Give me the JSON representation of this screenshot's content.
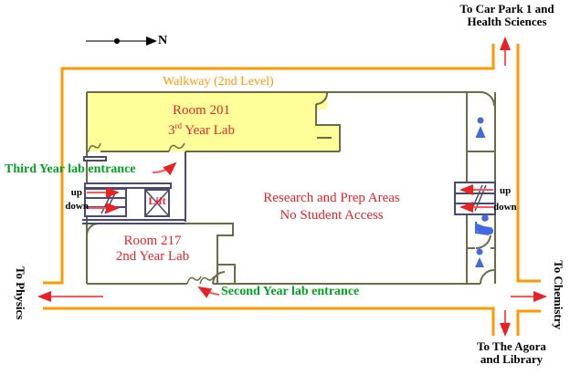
{
  "title": "Chemistry building floor plan",
  "colors": {
    "corridor_orange": "#ff9900",
    "room_yellow": "#ffff99",
    "wall_olive": "#6b6b47",
    "wall_navy": "#4a4a6e",
    "label_red": "#e8222a",
    "label_green": "#00a221",
    "icon_blue": "#4169e1",
    "arrow_red": "#f04040"
  },
  "north": {
    "label": "N"
  },
  "walkway": {
    "label": "Walkway (2nd Level)"
  },
  "rooms": {
    "room201": {
      "line1": "Room 201",
      "line2_num": "3",
      "line2_sup": "rd",
      "line2_rest": " Year Lab"
    },
    "room217": {
      "line1": "Room 217",
      "line2": "2nd Year Lab"
    },
    "research": {
      "line1": "Research and Prep Areas",
      "line2": "No Student Access"
    }
  },
  "entrances": {
    "third": "Third Year lab entrance",
    "second": "Second Year lab entrance"
  },
  "directions": {
    "car_park": {
      "line1": "To Car Park 1 and",
      "line2": "Health Sciences"
    },
    "physics": "To Physics",
    "chemistry": "To Chemistry",
    "agora": {
      "line1": "To The Agora",
      "line2": "and Library"
    }
  },
  "stairs": {
    "left": {
      "up": "up",
      "down": "down"
    },
    "right": {
      "up": "up",
      "down": "down"
    }
  },
  "lift": {
    "label": "Lift"
  },
  "icons": {
    "north_arrow": "north-arrow",
    "toilet_top": "male-toilet-icon",
    "toilet_accessible": "accessible-toilet-icon",
    "toilet_bottom": "male-toilet-icon"
  }
}
